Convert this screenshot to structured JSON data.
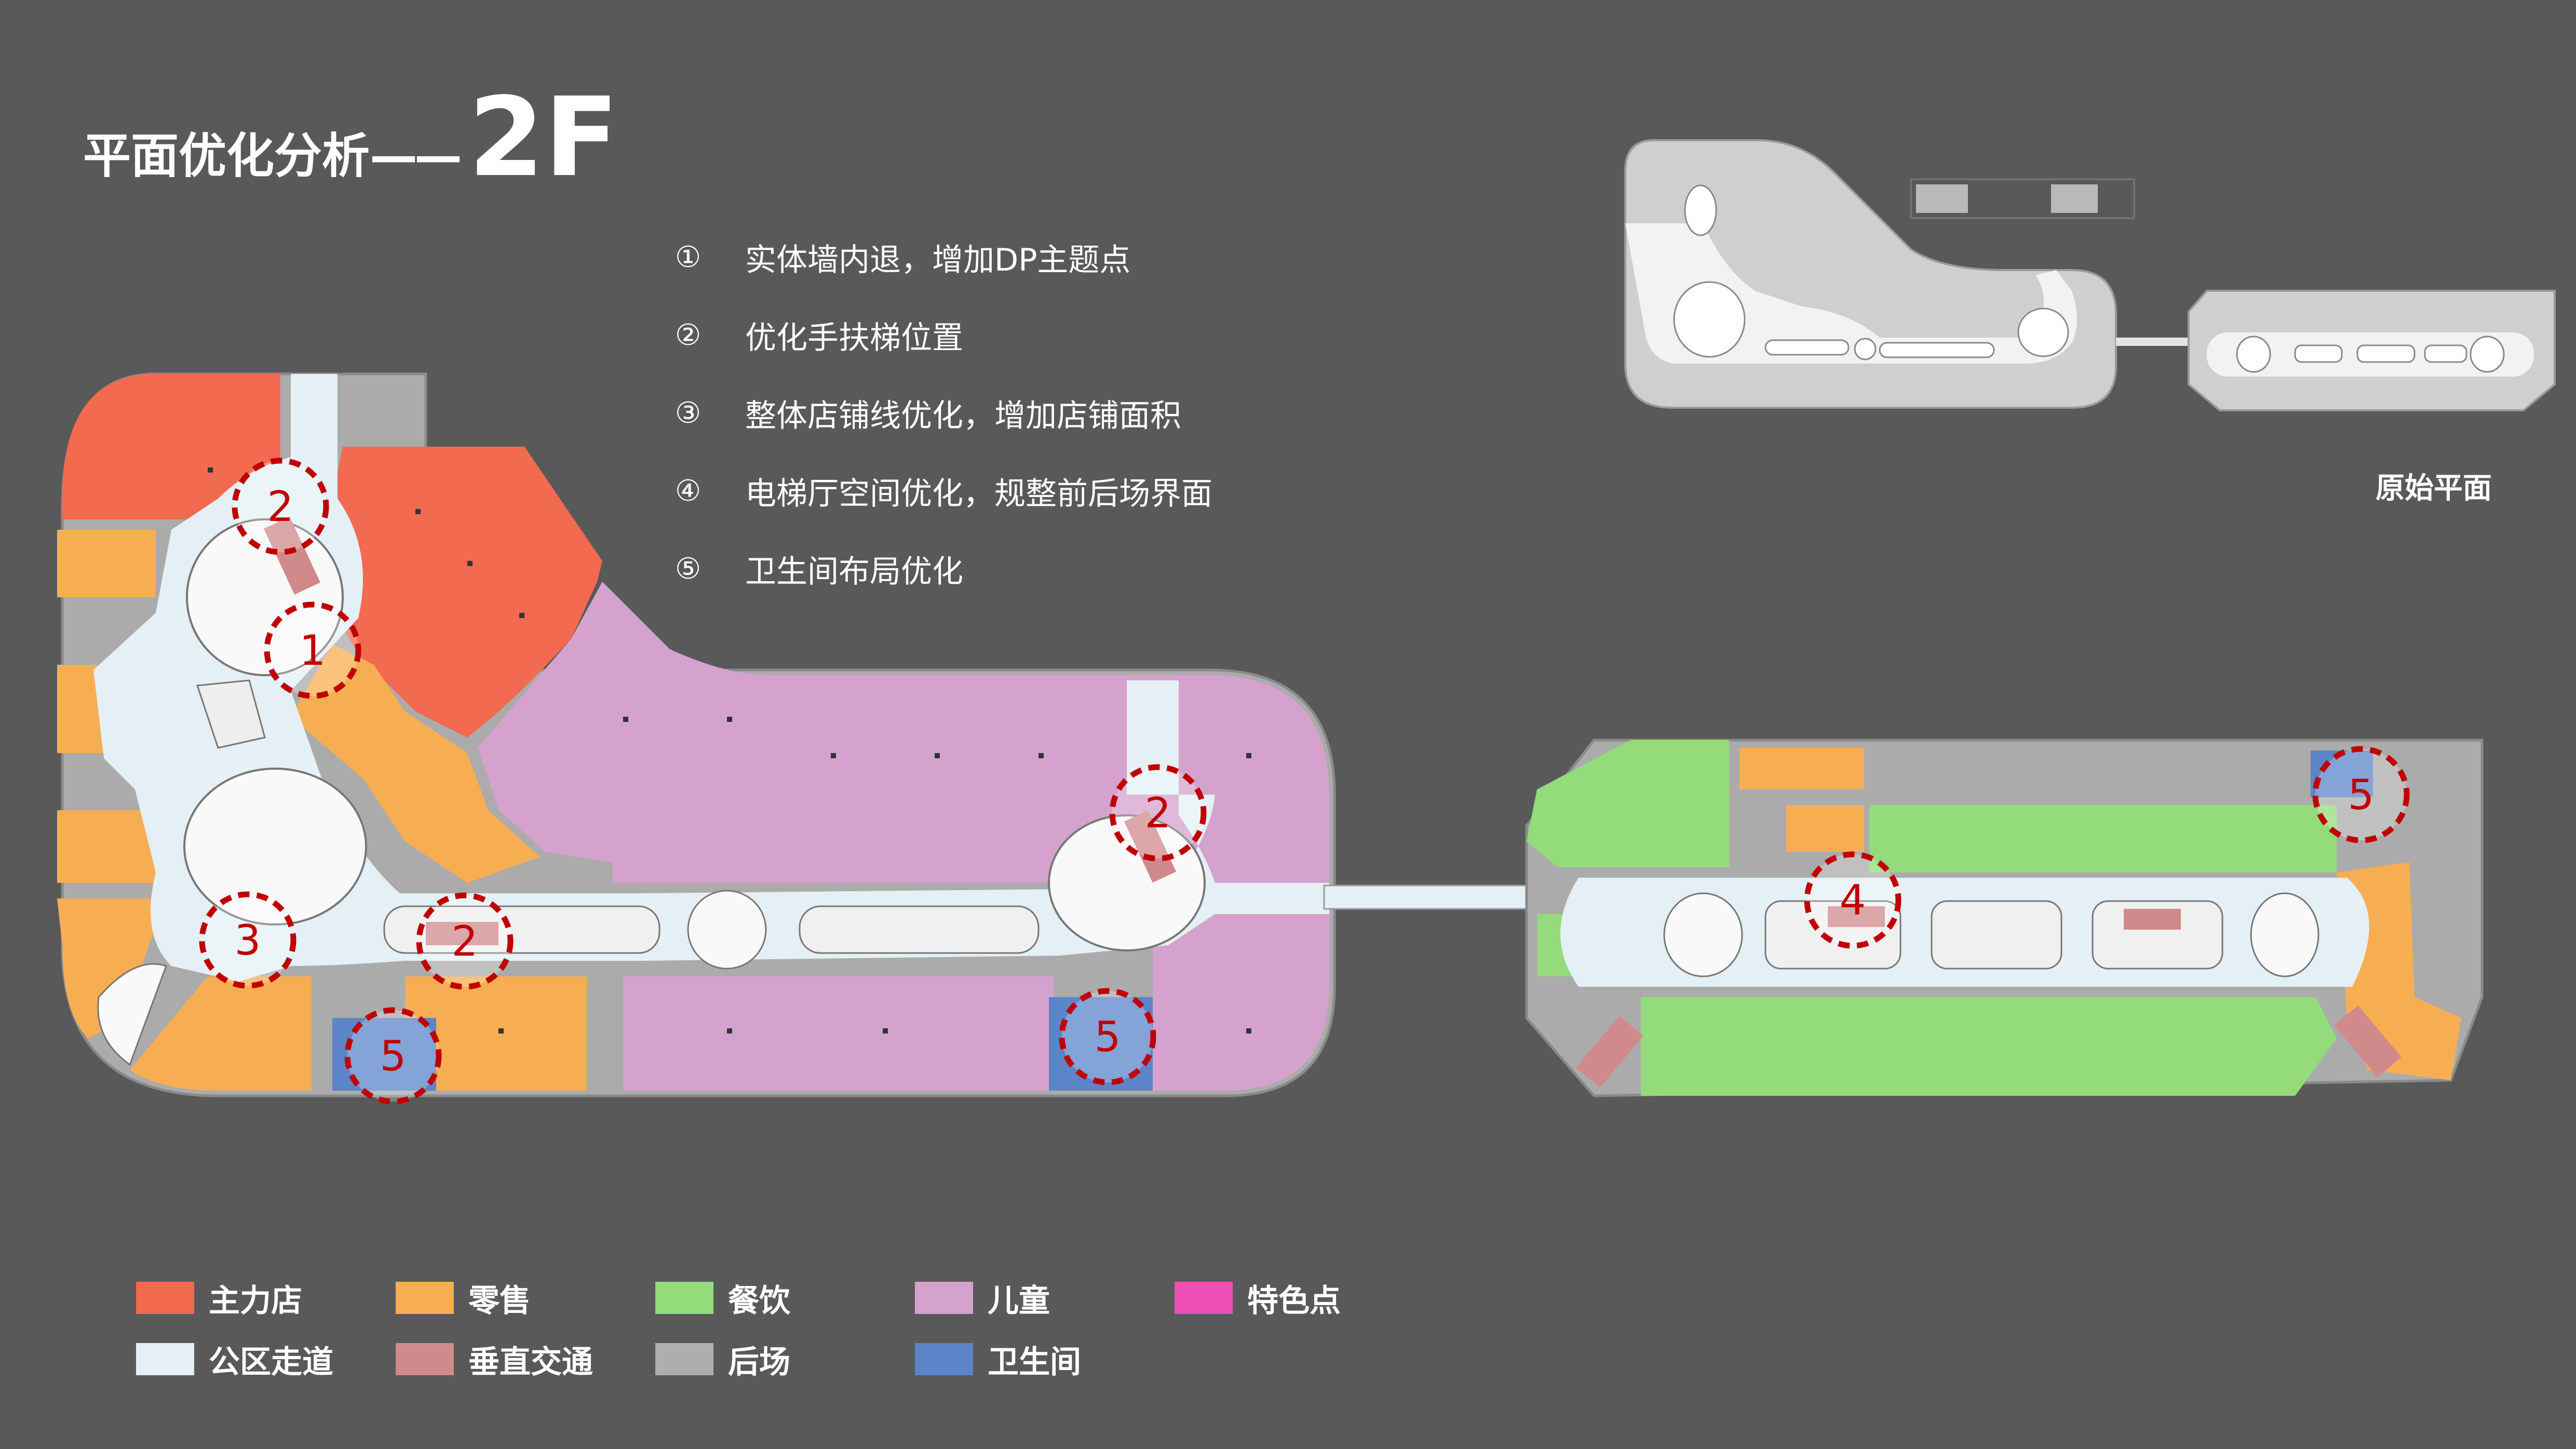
{
  "title": {
    "main": "平面优化分析",
    "dash": "——",
    "floor": "2F"
  },
  "notes": [
    {
      "num": "①",
      "text": "实体墙内退，增加DP主题点"
    },
    {
      "num": "②",
      "text": "优化手扶梯位置"
    },
    {
      "num": "③",
      "text": "整体店铺线优化，增加店铺面积"
    },
    {
      "num": "④",
      "text": "电梯厅空间优化，规整前后场界面"
    },
    {
      "num": "⑤",
      "text": "卫生间布局优化"
    }
  ],
  "original_plan_label": "原始平面",
  "markers": [
    "2",
    "1",
    "2",
    "3",
    "2",
    "5",
    "5",
    "4",
    "5"
  ],
  "legend": [
    {
      "label": "主力店",
      "color": "#F26A50"
    },
    {
      "label": "零售",
      "color": "#F7AE52"
    },
    {
      "label": "餐饮",
      "color": "#93DB7B"
    },
    {
      "label": "儿童",
      "color": "#D4A2CD"
    },
    {
      "label": "特色点",
      "color": "#EC50B5"
    },
    {
      "label": "公区走道",
      "color": "#E4F0F5"
    },
    {
      "label": "垂直交通",
      "color": "#D08A8C"
    },
    {
      "label": "后场",
      "color": "#AEAEAE"
    },
    {
      "label": "卫生间",
      "color": "#5B85C8"
    }
  ]
}
